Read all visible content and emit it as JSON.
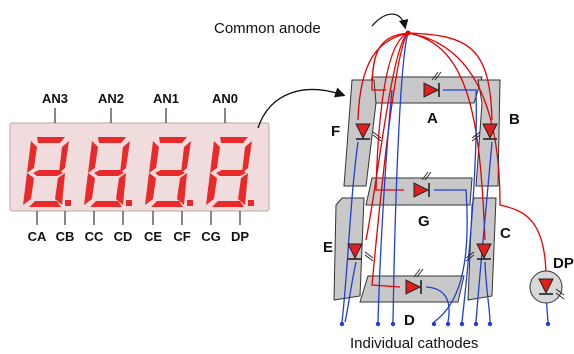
{
  "top_label": "Common anode",
  "bottom_label": "Individual cathodes",
  "anode_pins": [
    "AN3",
    "AN2",
    "AN1",
    "AN0"
  ],
  "cathode_pins": [
    "CA",
    "CB",
    "CC",
    "CD",
    "CE",
    "CF",
    "CG",
    "DP"
  ],
  "segment_labels": {
    "a": "A",
    "b": "B",
    "c": "C",
    "d": "D",
    "e": "E",
    "f": "F",
    "g": "G",
    "dp": "DP"
  },
  "colors": {
    "display_body": "#f0dcdc",
    "segment_on": "#e82a2a",
    "segment_plate": "#c8c8c8",
    "anode_wire": "#e60000",
    "cathode_wire": "#1f3fd8"
  }
}
